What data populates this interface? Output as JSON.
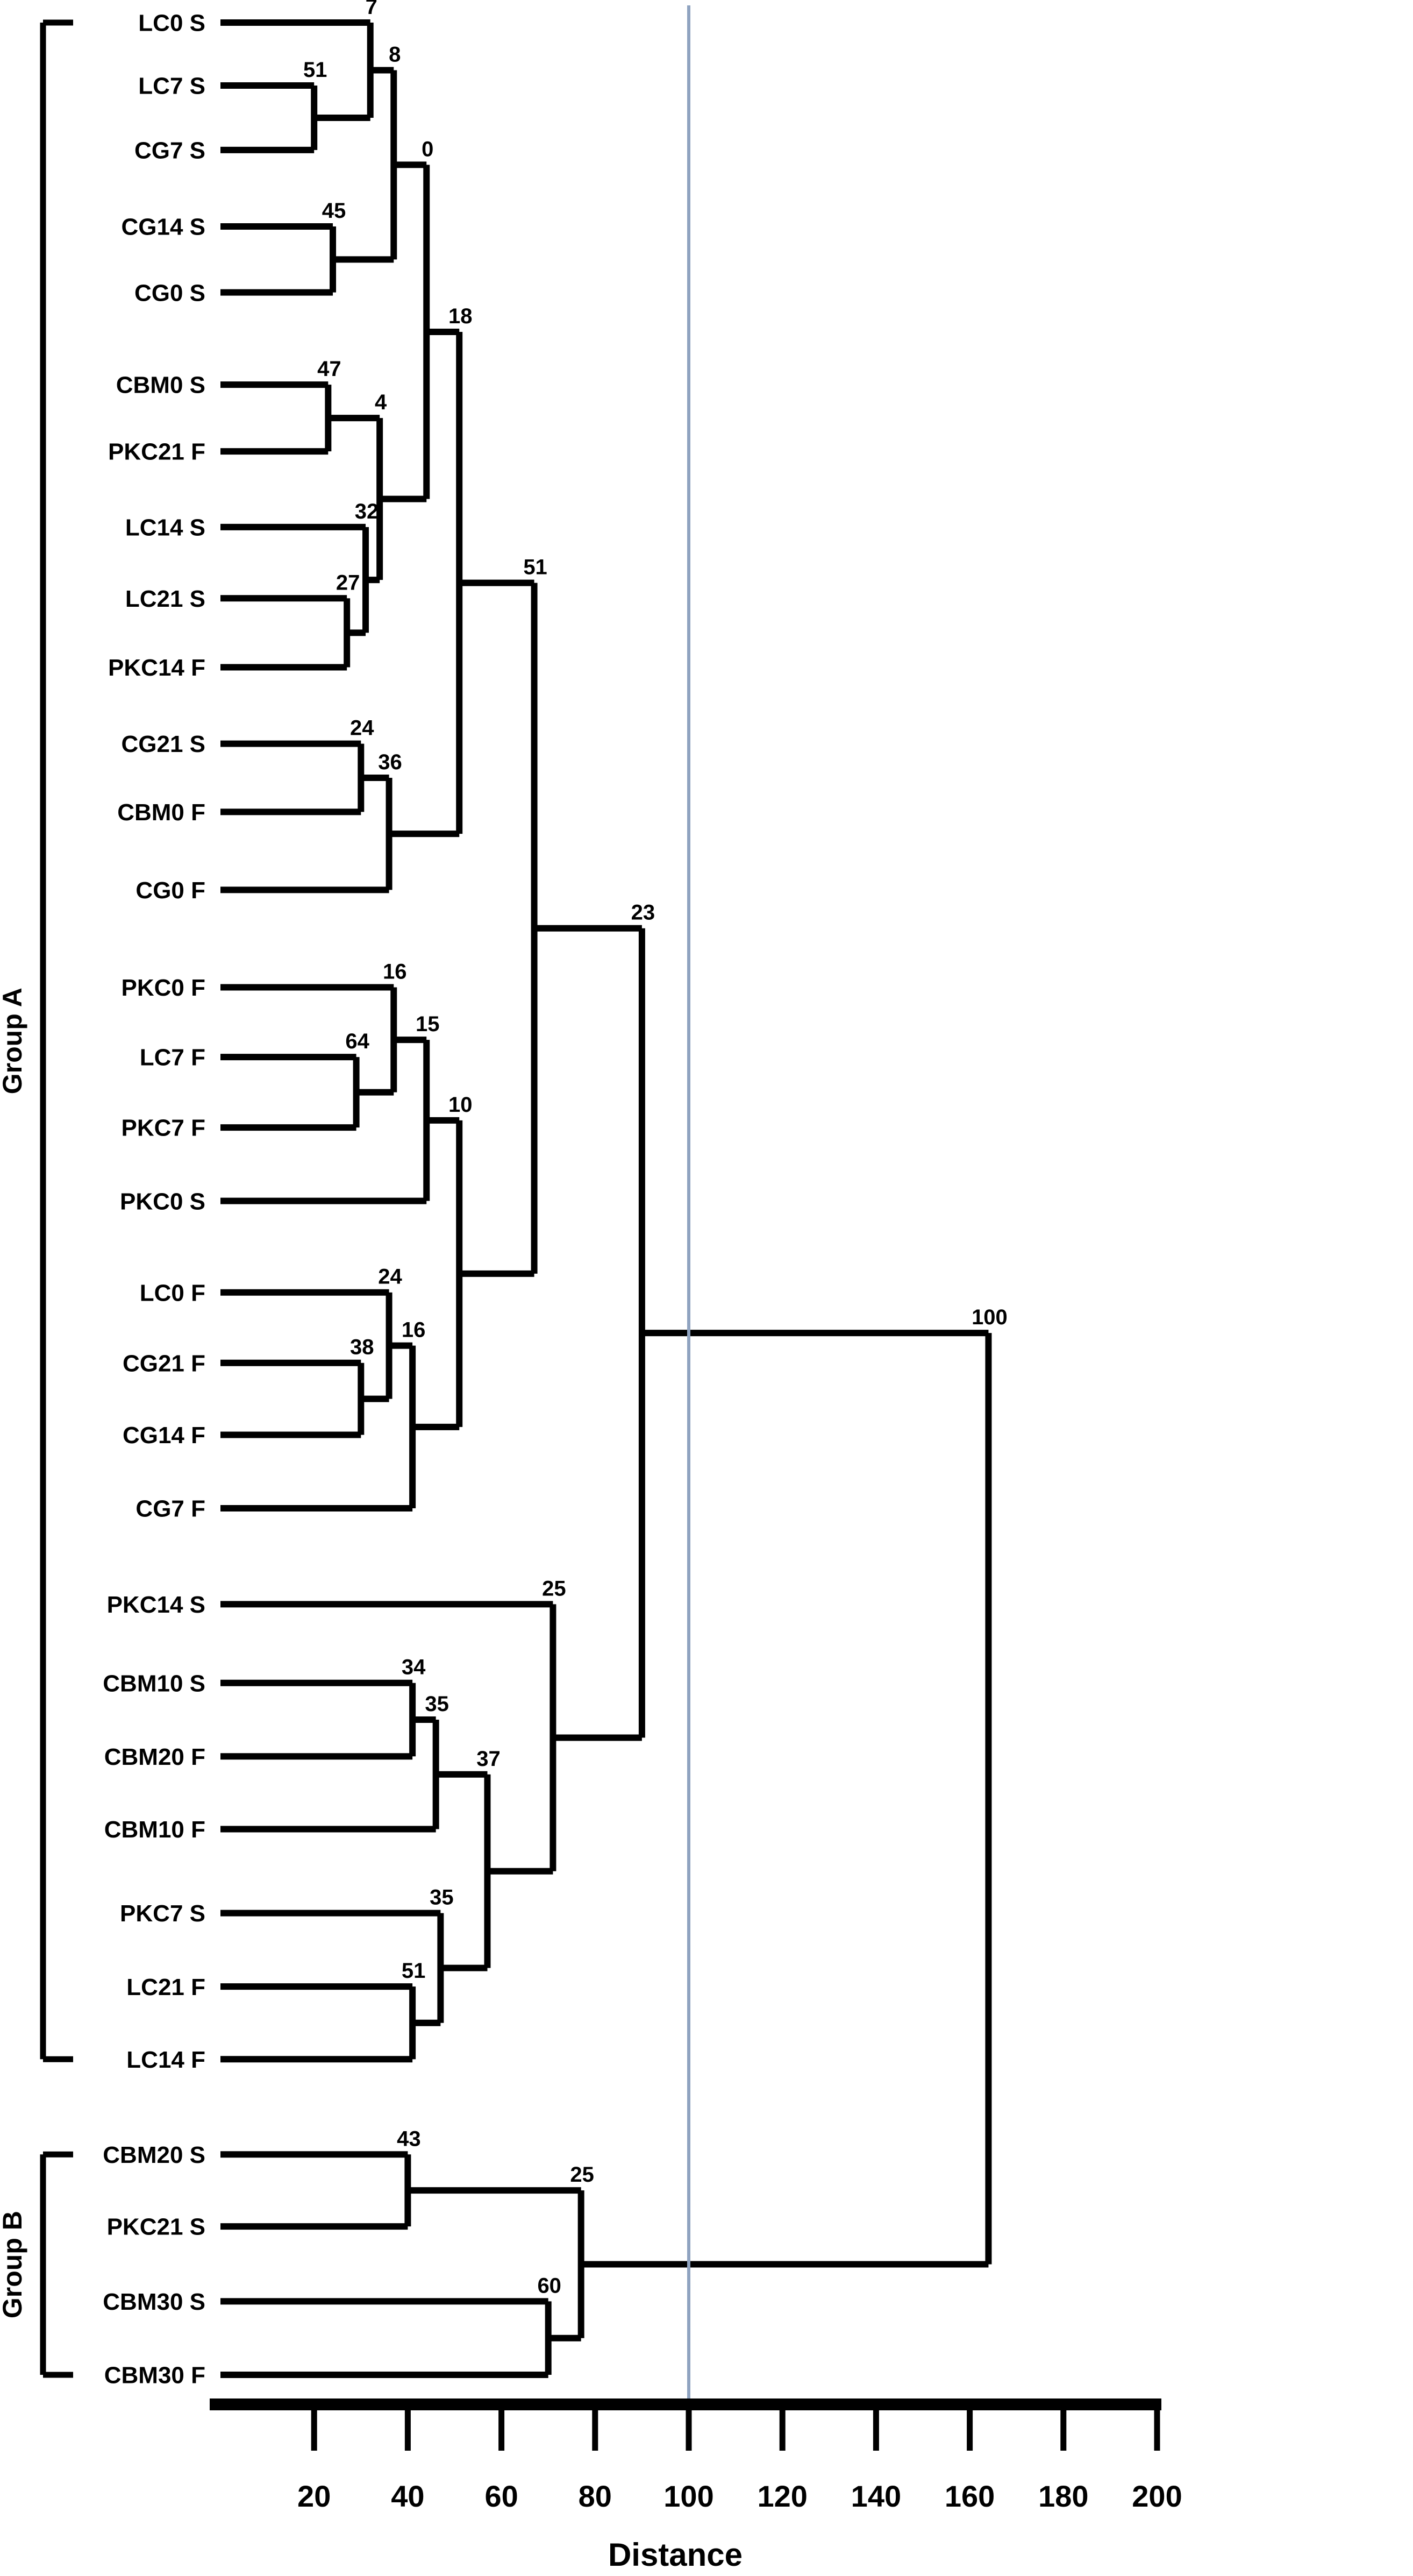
{
  "figure": {
    "type": "dendrogram",
    "background_color": "#ffffff",
    "line_color": "#000000",
    "reference_line_color": "#8fa3c0"
  },
  "axis": {
    "title": "Distance",
    "ticks": [
      "20",
      "40",
      "60",
      "80",
      "100",
      "120",
      "140",
      "160",
      "180",
      "200"
    ],
    "tick_values": [
      20,
      40,
      60,
      80,
      100,
      120,
      140,
      160,
      180,
      200
    ],
    "min": 0,
    "max": 200
  },
  "groups": [
    {
      "name": "Group A",
      "label": "Group A"
    },
    {
      "name": "Group B",
      "label": "Group B"
    }
  ],
  "chart_data": {
    "type": "dendrogram",
    "title": "",
    "xlabel": "Distance",
    "ylabel": "",
    "xlim": [
      0,
      200
    ],
    "grid": false,
    "legend": null,
    "reference_line_x": 100,
    "leaves": [
      "LC0 S",
      "LC7 S",
      "CG7 S",
      "CG14 S",
      "CG0 S",
      "CBM0 S",
      "PKC21 F",
      "LC14 S",
      "LC21 S",
      "PKC14 F",
      "CG21 S",
      "CBM0 F",
      "CG0 F",
      "PKC0 F",
      "LC7 F",
      "PKC7 F",
      "PKC0 S",
      "LC0 F",
      "CG21 F",
      "CG14 F",
      "CG7 F",
      "PKC14 S",
      "CBM10 S",
      "CBM20 F",
      "CBM10 F",
      "PKC7 S",
      "LC21 F",
      "LC14 F",
      "CBM20 S",
      "PKC21 S",
      "CBM30 S",
      "CBM30 F"
    ],
    "group_membership": {
      "Group A": [
        "LC0 S",
        "LC7 S",
        "CG7 S",
        "CG14 S",
        "CG0 S",
        "CBM0 S",
        "PKC21 F",
        "LC14 S",
        "LC21 S",
        "PKC14 F",
        "CG21 S",
        "CBM0 F",
        "CG0 F",
        "PKC0 F",
        "LC7 F",
        "PKC7 F",
        "PKC0 S",
        "LC0 F",
        "CG21 F",
        "CG14 F",
        "CG7 F",
        "PKC14 S",
        "CBM10 S",
        "CBM20 F",
        "CBM10 F",
        "PKC7 S",
        "LC21 F",
        "LC14 F"
      ],
      "Group B": [
        "CBM20 S",
        "PKC21 S",
        "CBM30 S",
        "CBM30 F"
      ]
    },
    "node_labels": [
      "7",
      "51",
      "8",
      "45",
      "0",
      "18",
      "47",
      "4",
      "32",
      "27",
      "36",
      "24",
      "51",
      "16",
      "64",
      "15",
      "10",
      "24",
      "38",
      "16",
      "25",
      "34",
      "35",
      "37",
      "35",
      "51",
      "23",
      "43",
      "25",
      "25",
      "60",
      "100"
    ],
    "merges": [
      {
        "id": "n51a",
        "label": "51",
        "distance": 20,
        "children": [
          "LC7 S",
          "CG7 S"
        ]
      },
      {
        "id": "n7",
        "label": "7",
        "distance": 32,
        "children": [
          "LC0 S",
          "n51a"
        ]
      },
      {
        "id": "n45",
        "label": "45",
        "distance": 24,
        "children": [
          "CG14 S",
          "CG0 S"
        ]
      },
      {
        "id": "n8",
        "label": "8",
        "distance": 37,
        "children": [
          "n7",
          "n45"
        ]
      },
      {
        "id": "n47",
        "label": "47",
        "distance": 23,
        "children": [
          "CBM0 S",
          "PKC21 F"
        ]
      },
      {
        "id": "n27",
        "label": "27",
        "distance": 27,
        "children": [
          "LC21 S",
          "PKC14 F"
        ]
      },
      {
        "id": "n32",
        "label": "32",
        "distance": 31,
        "children": [
          "LC14 S",
          "n27"
        ]
      },
      {
        "id": "n4",
        "label": "4",
        "distance": 34,
        "children": [
          "n47",
          "n32"
        ]
      },
      {
        "id": "n0",
        "label": "0",
        "distance": 44,
        "children": [
          "n8",
          "n4"
        ]
      },
      {
        "id": "n24a",
        "label": "24",
        "distance": 30,
        "children": [
          "CG21 S",
          "CBM0 F"
        ]
      },
      {
        "id": "n36",
        "label": "36",
        "distance": 36,
        "children": [
          "n24a",
          "CG0 F"
        ]
      },
      {
        "id": "n18",
        "label": "18",
        "distance": 51,
        "children": [
          "n0",
          "n36"
        ]
      },
      {
        "id": "n64",
        "label": "64",
        "distance": 29,
        "children": [
          "LC7 F",
          "PKC7 F"
        ]
      },
      {
        "id": "n16a",
        "label": "16",
        "distance": 37,
        "children": [
          "PKC0 F",
          "n64"
        ]
      },
      {
        "id": "n15",
        "label": "15",
        "distance": 44,
        "children": [
          "n16a",
          "PKC0 S"
        ]
      },
      {
        "id": "n38",
        "label": "38",
        "distance": 30,
        "children": [
          "CG21 F",
          "CG14 F"
        ]
      },
      {
        "id": "n24b",
        "label": "24",
        "distance": 36,
        "children": [
          "LC0 F",
          "n38"
        ]
      },
      {
        "id": "n16b",
        "label": "16",
        "distance": 41,
        "children": [
          "n24b",
          "CG7 F"
        ]
      },
      {
        "id": "n10",
        "label": "10",
        "distance": 51,
        "children": [
          "n15",
          "n16b"
        ]
      },
      {
        "id": "n51b",
        "label": "51",
        "distance": 67,
        "children": [
          "n18",
          "n10"
        ]
      },
      {
        "id": "n34",
        "label": "34",
        "distance": 41,
        "children": [
          "CBM10 S",
          "CBM20 F"
        ]
      },
      {
        "id": "n35a",
        "label": "35",
        "distance": 46,
        "children": [
          "n34",
          "CBM10 F"
        ]
      },
      {
        "id": "n51c",
        "label": "51",
        "distance": 41,
        "children": [
          "LC21 F",
          "LC14 F"
        ]
      },
      {
        "id": "n35b",
        "label": "35",
        "distance": 47,
        "children": [
          "PKC7 S",
          "n51c"
        ]
      },
      {
        "id": "n37",
        "label": "37",
        "distance": 57,
        "children": [
          "n35a",
          "n35b"
        ]
      },
      {
        "id": "n25a",
        "label": "25",
        "distance": 71,
        "children": [
          "PKC14 S",
          "n37"
        ]
      },
      {
        "id": "n23",
        "label": "23",
        "distance": 90,
        "children": [
          "n51b",
          "n25a"
        ]
      },
      {
        "id": "n43",
        "label": "43",
        "distance": 40,
        "children": [
          "CBM20 S",
          "PKC21 S"
        ]
      },
      {
        "id": "n60",
        "label": "60",
        "distance": 70,
        "children": [
          "CBM30 S",
          "CBM30 F"
        ]
      },
      {
        "id": "n25b",
        "label": "25",
        "distance": 77,
        "children": [
          "n43",
          "n60"
        ]
      },
      {
        "id": "n100",
        "label": "100",
        "distance": 164,
        "children": [
          "n23",
          "n25b"
        ]
      }
    ]
  }
}
